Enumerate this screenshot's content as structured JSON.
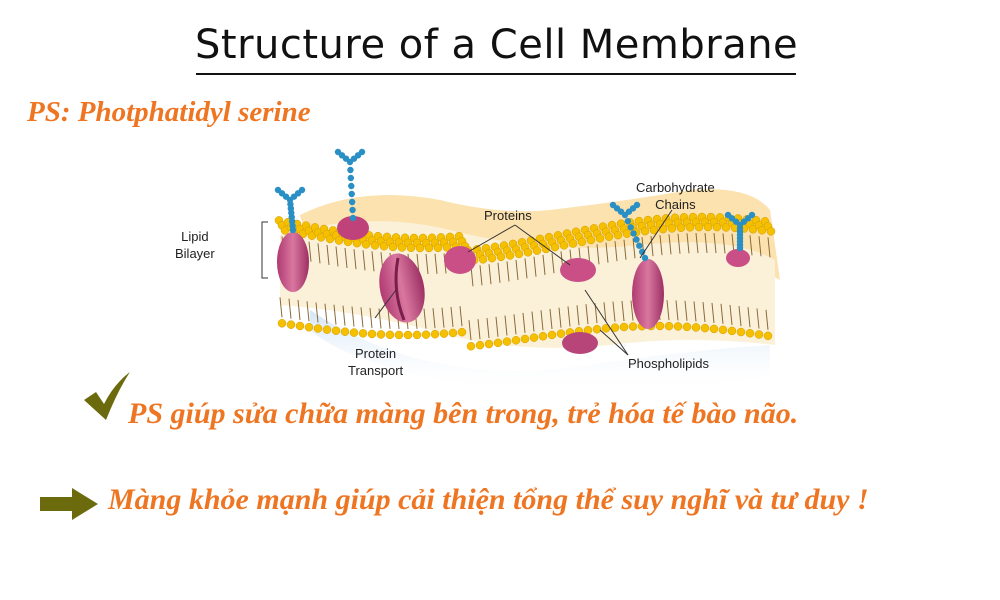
{
  "title": "Structure of a Cell Membrane",
  "subtitle": "PS: Photphatidyl serine",
  "diagram": {
    "labels": {
      "lipid_bilayer": "Lipid\nBilayer",
      "proteins": "Proteins",
      "carbohydrate_chains": "Carbohydrate\nChains",
      "protein_transport": "Protein\nTransport",
      "phospholipids": "Phospholipids"
    },
    "colors": {
      "head": "#f5c000",
      "protein": "#c94f86",
      "carbohydrate": "#2a8fc4",
      "matrix": "#fbe2ae"
    }
  },
  "statements": {
    "check_statement": "PS giúp sửa chữa màng bên trong, trẻ hóa tế bào não.",
    "arrow_statement": "Màng khỏe mạnh giúp cải thiện tổng thể suy nghĩ và tư duy !"
  },
  "icons": {
    "check": "check-icon",
    "arrow": "arrow-right-icon"
  },
  "accent_color": "#ee7623"
}
